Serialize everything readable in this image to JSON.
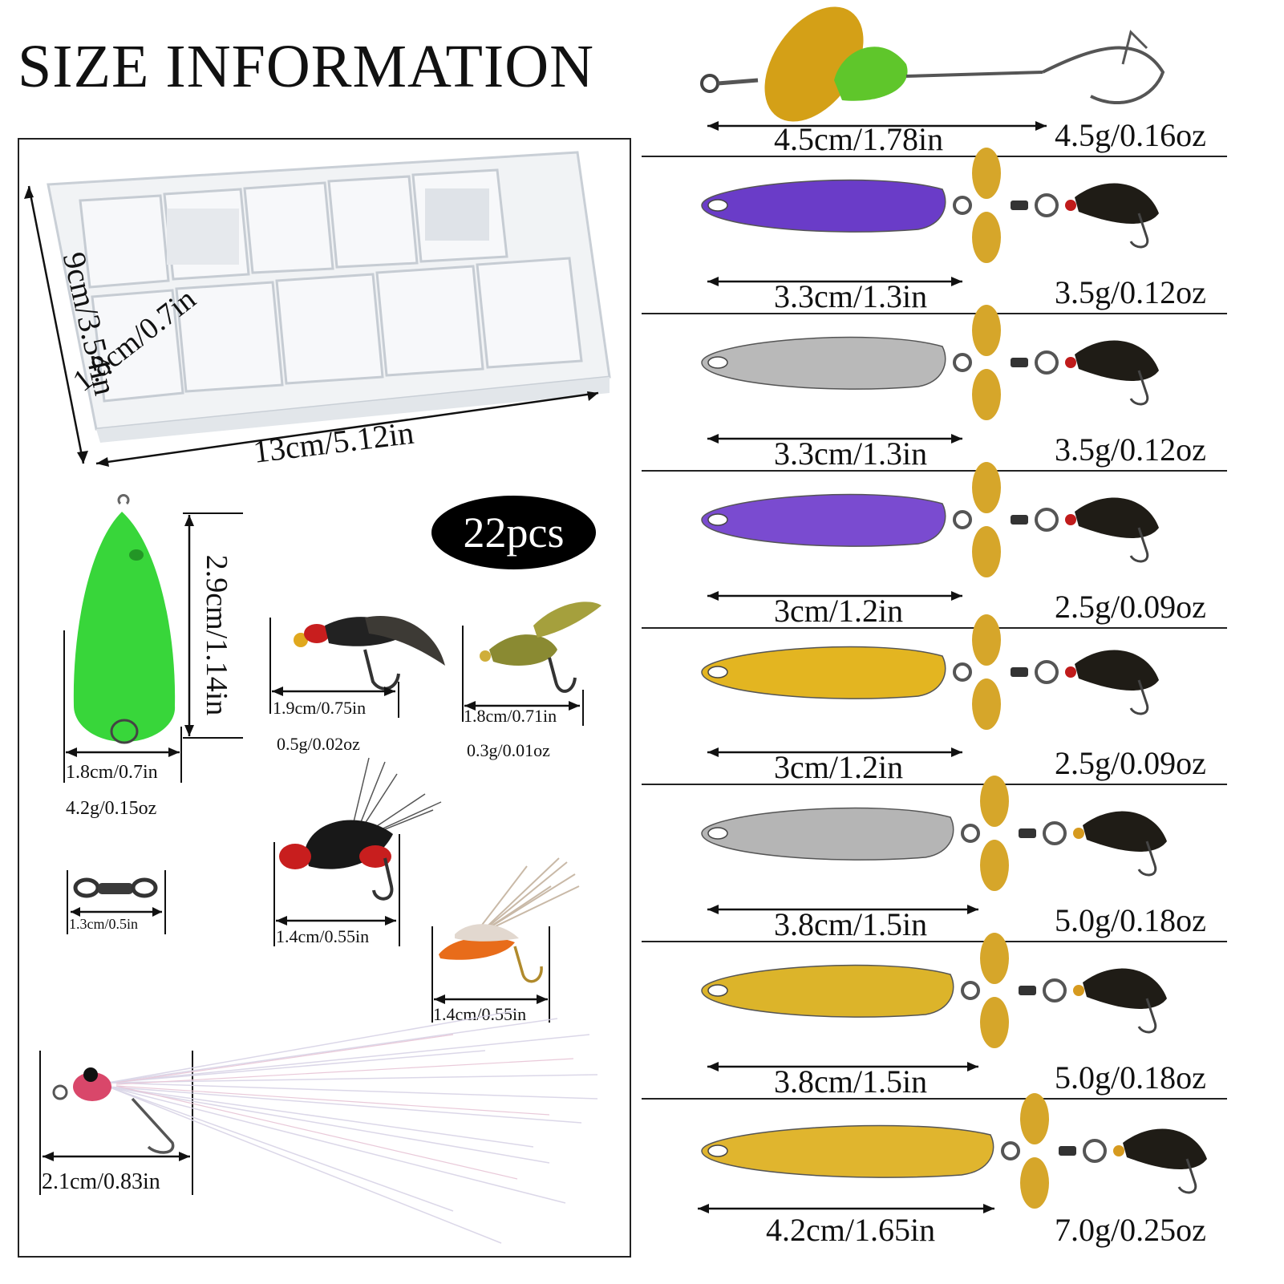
{
  "title": "SIZE INFORMATION",
  "badge": "22pcs",
  "box": {
    "height_label": "9cm/3.54in",
    "depth_label": "1.8cm/0.7in",
    "width_label": "13cm/5.12in"
  },
  "items": {
    "float": {
      "height": "2.9cm/1.14in",
      "width": "1.8cm/0.7in",
      "weight": "4.2g/0.15oz"
    },
    "fly_a": {
      "length": "1.9cm/0.75in",
      "weight": "0.5g/0.02oz"
    },
    "fly_b": {
      "length": "1.8cm/0.71in",
      "weight": "0.3g/0.01oz"
    },
    "swivel": {
      "length": "1.3cm/0.5in"
    },
    "fly_c": {
      "length": "1.4cm/0.55in"
    },
    "fly_d": {
      "length": "1.4cm/0.55in"
    },
    "streamer": {
      "length": "2.1cm/0.83in"
    }
  },
  "lures": [
    {
      "length": "4.5cm/1.78in",
      "weight": "4.5g/0.16oz",
      "blade_color": "#d4a017",
      "body_color": "#5fc62b"
    },
    {
      "length": "3.3cm/1.3in",
      "weight": "3.5g/0.12oz",
      "body_color": "#6a3cc8"
    },
    {
      "length": "3.3cm/1.3in",
      "weight": "3.5g/0.12oz",
      "body_color": "#b9b9b9"
    },
    {
      "length": "3cm/1.2in",
      "weight": "2.5g/0.09oz",
      "body_color": "#7a4bd0"
    },
    {
      "length": "3cm/1.2in",
      "weight": "2.5g/0.09oz",
      "body_color": "#e3b521"
    },
    {
      "length": "3.8cm/1.5in",
      "weight": "5.0g/0.18oz",
      "body_color": "#b5b5b5"
    },
    {
      "length": "3.8cm/1.5in",
      "weight": "5.0g/0.18oz",
      "body_color": "#dcb42a"
    },
    {
      "length": "4.2cm/1.65in",
      "weight": "7.0g/0.25oz",
      "body_color": "#e0b52e"
    }
  ]
}
